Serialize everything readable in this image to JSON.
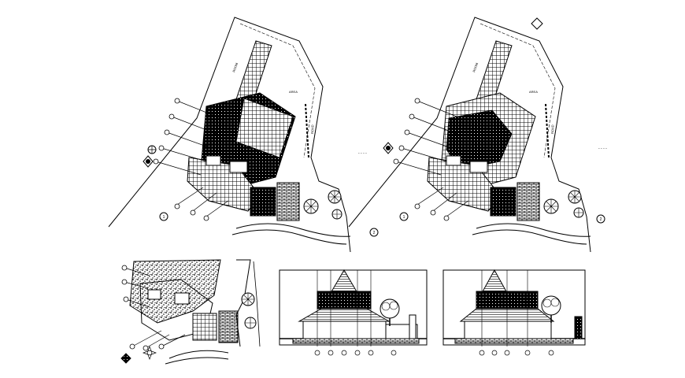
{
  "drawing": {
    "ink_color": "#000000",
    "paper_color": "#ffffff",
    "plan_left": {
      "room_label_a": "ROOM",
      "room_label_b": "AREA",
      "road_label": "ROAD",
      "marker_1": "1",
      "marker_2": "2"
    },
    "plan_right": {
      "room_label_a": "ROOM",
      "room_label_b": "AREA",
      "road_label": "ROAD",
      "marker_1": "1",
      "marker_2": "2"
    },
    "dash_note_left": "- - - -",
    "dash_note_right": "- - - -"
  }
}
